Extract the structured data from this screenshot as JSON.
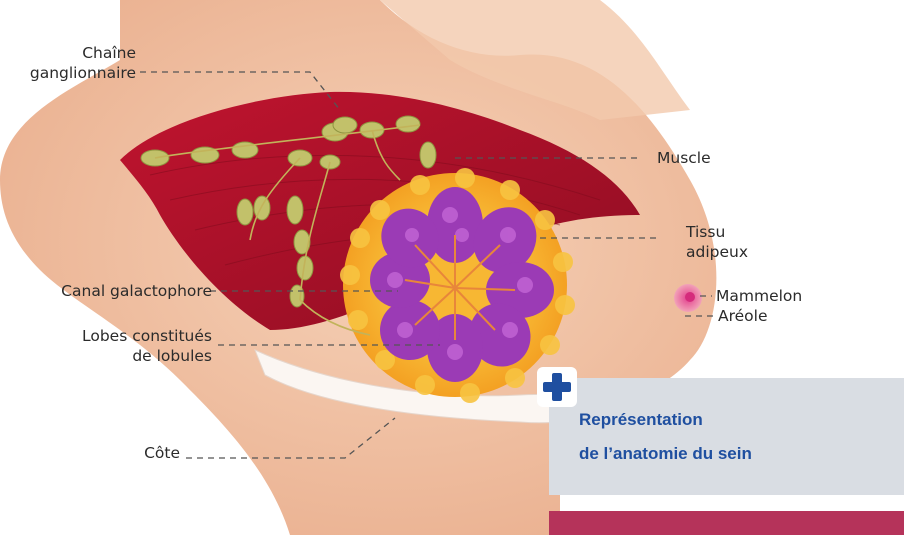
{
  "labels": {
    "chaine_line1": "Chaîne",
    "chaine_line2": "ganglionnaire",
    "muscle": "Muscle",
    "tissu_line1": "Tissu",
    "tissu_line2": "adipeux",
    "canal": "Canal galactophore",
    "mammelon": "Mammelon",
    "lobes_line1": "Lobes constitués",
    "lobes_line2": "de lobules",
    "areole": "Aréole",
    "cote": "Côte"
  },
  "caption": {
    "line1": "Représentation",
    "line2": "de l’anatomie du sein"
  },
  "colors": {
    "skin": "#f2c4a6",
    "muscle": "#b3122b",
    "fat": "#f5a623",
    "lobule": "#9b3bb5",
    "node": "#bfc46a",
    "caption_text": "#1f4fa0",
    "caption_bg": "#d9dde3",
    "accent_bar": "#b5335a",
    "plus_icon": "#1f4fa0"
  },
  "icons": {
    "badge": "plus-icon"
  }
}
